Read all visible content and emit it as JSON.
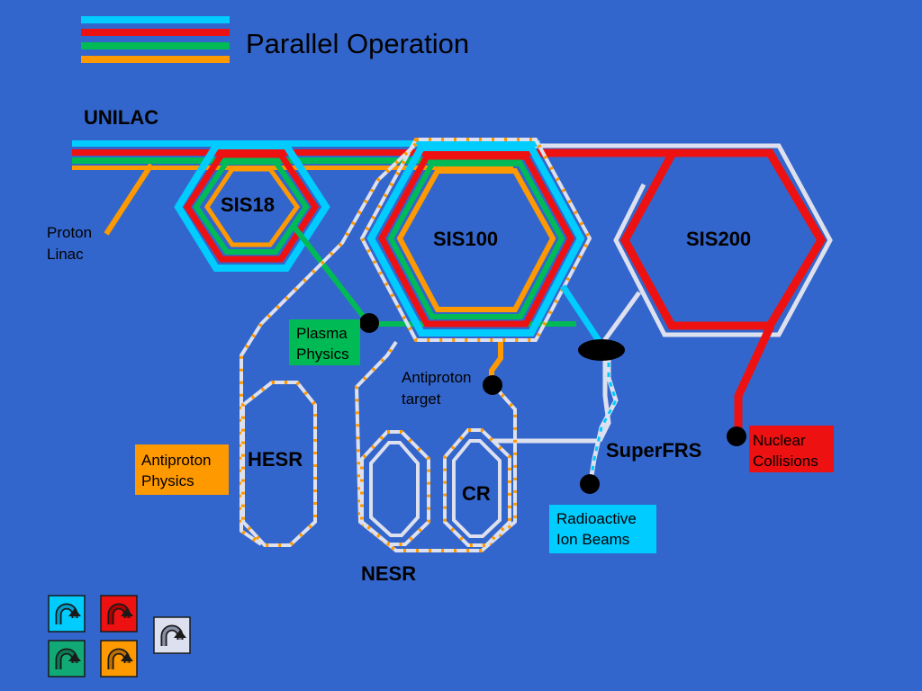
{
  "title": "Parallel Operation",
  "colors": {
    "background": "#3366cc",
    "cyan": "#00ccff",
    "red": "#ee1111",
    "green": "#00bb55",
    "orange": "#ff9900",
    "silver": "#dde0ee",
    "black": "#000000"
  },
  "labels": {
    "unilac": "UNILAC",
    "proton_linac_line1": "Proton",
    "proton_linac_line2": "Linac",
    "sis18": "SIS18",
    "sis100": "SIS100",
    "sis200": "SIS200",
    "hesr": "HESR",
    "cr": "CR",
    "nesr": "NESR",
    "superfrs": "SuperFRS",
    "antiproton_target_line1": "Antiproton",
    "antiproton_target_line2": "target"
  },
  "boxes": {
    "plasma_line1": "Plasma",
    "plasma_line2": "Physics",
    "antiproton_physics_line1": "Antiproton",
    "antiproton_physics_line2": "Physics",
    "nuclear_line1": "Nuclear",
    "nuclear_line2": "Collisions",
    "radioactive_line1": "Radioactive",
    "radioactive_line2": "Ion Beams"
  },
  "nav_buttons": [
    {
      "name": "nav-button-cyan",
      "color": "cyan",
      "icon": "u-turn-arrow-icon"
    },
    {
      "name": "nav-button-red",
      "color": "red",
      "icon": "u-turn-arrow-icon"
    },
    {
      "name": "nav-button-green",
      "color": "green",
      "icon": "u-turn-arrow-icon"
    },
    {
      "name": "nav-button-orange",
      "color": "orange",
      "icon": "u-turn-arrow-icon"
    },
    {
      "name": "nav-button-gray",
      "color": "silver",
      "icon": "u-turn-arrow-icon"
    }
  ]
}
